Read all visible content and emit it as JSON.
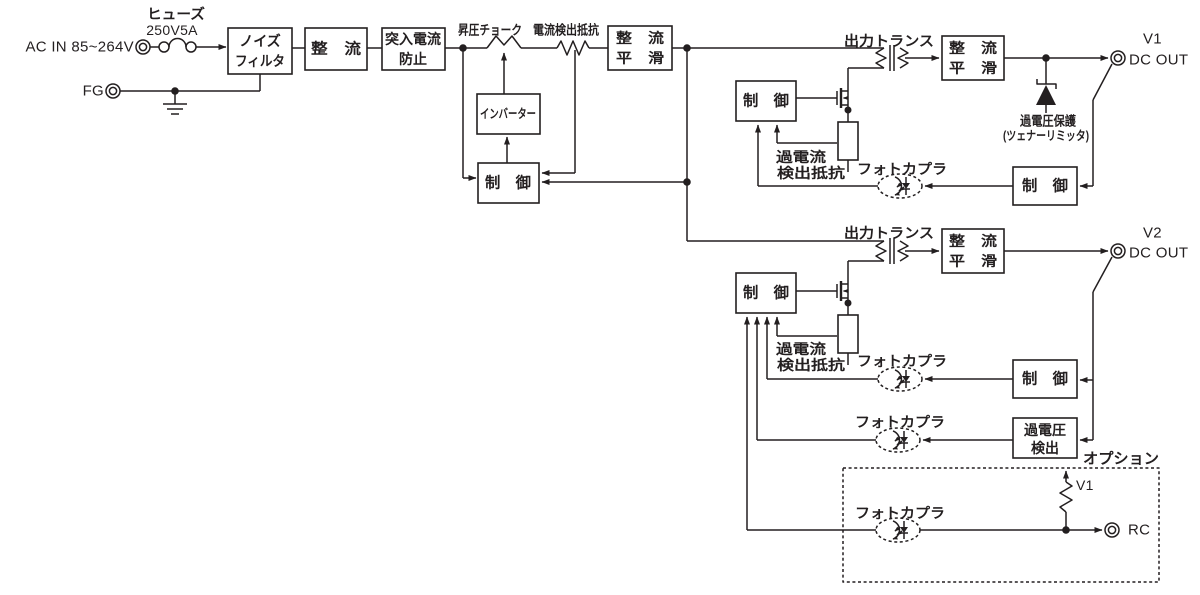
{
  "terms": {
    "control": "制　御",
    "rect_smooth_1": "整　流",
    "rect_smooth_2": "平　滑",
    "output_transformer": "出力トランス",
    "photocoupler": "フォトカプラ",
    "overcurrent_1": "過電流",
    "overcurrent_2": "検出抵抗",
    "dc_out": "DC OUT"
  },
  "input": {
    "ac_label": "AC IN 85~264V",
    "fuse_name": "ヒューズ",
    "fuse_rating": "250V5A",
    "fg_label": "FG"
  },
  "pfc": {
    "noise_filter_1": "ノイズ",
    "noise_filter_2": "フィルタ",
    "rectifier": "整　流",
    "inrush_1": "突入電流",
    "inrush_2": "防止",
    "boost_choke": "昇圧チョーク",
    "current_detect_resistor": "電流検出抵抗",
    "inverter": "インバーター"
  },
  "v1": {
    "label": "V1",
    "ovp_zener_1": "過電圧保護",
    "ovp_zener_2": "(ツェナーリミッタ)"
  },
  "v2": {
    "label": "V2",
    "ovd_1": "過電圧",
    "ovd_2": "検出"
  },
  "option": {
    "label": "オプション",
    "pullup_ref": "V1",
    "rc_label": "RC"
  },
  "colors": {
    "ink": "#231f20",
    "background": "#ffffff"
  }
}
